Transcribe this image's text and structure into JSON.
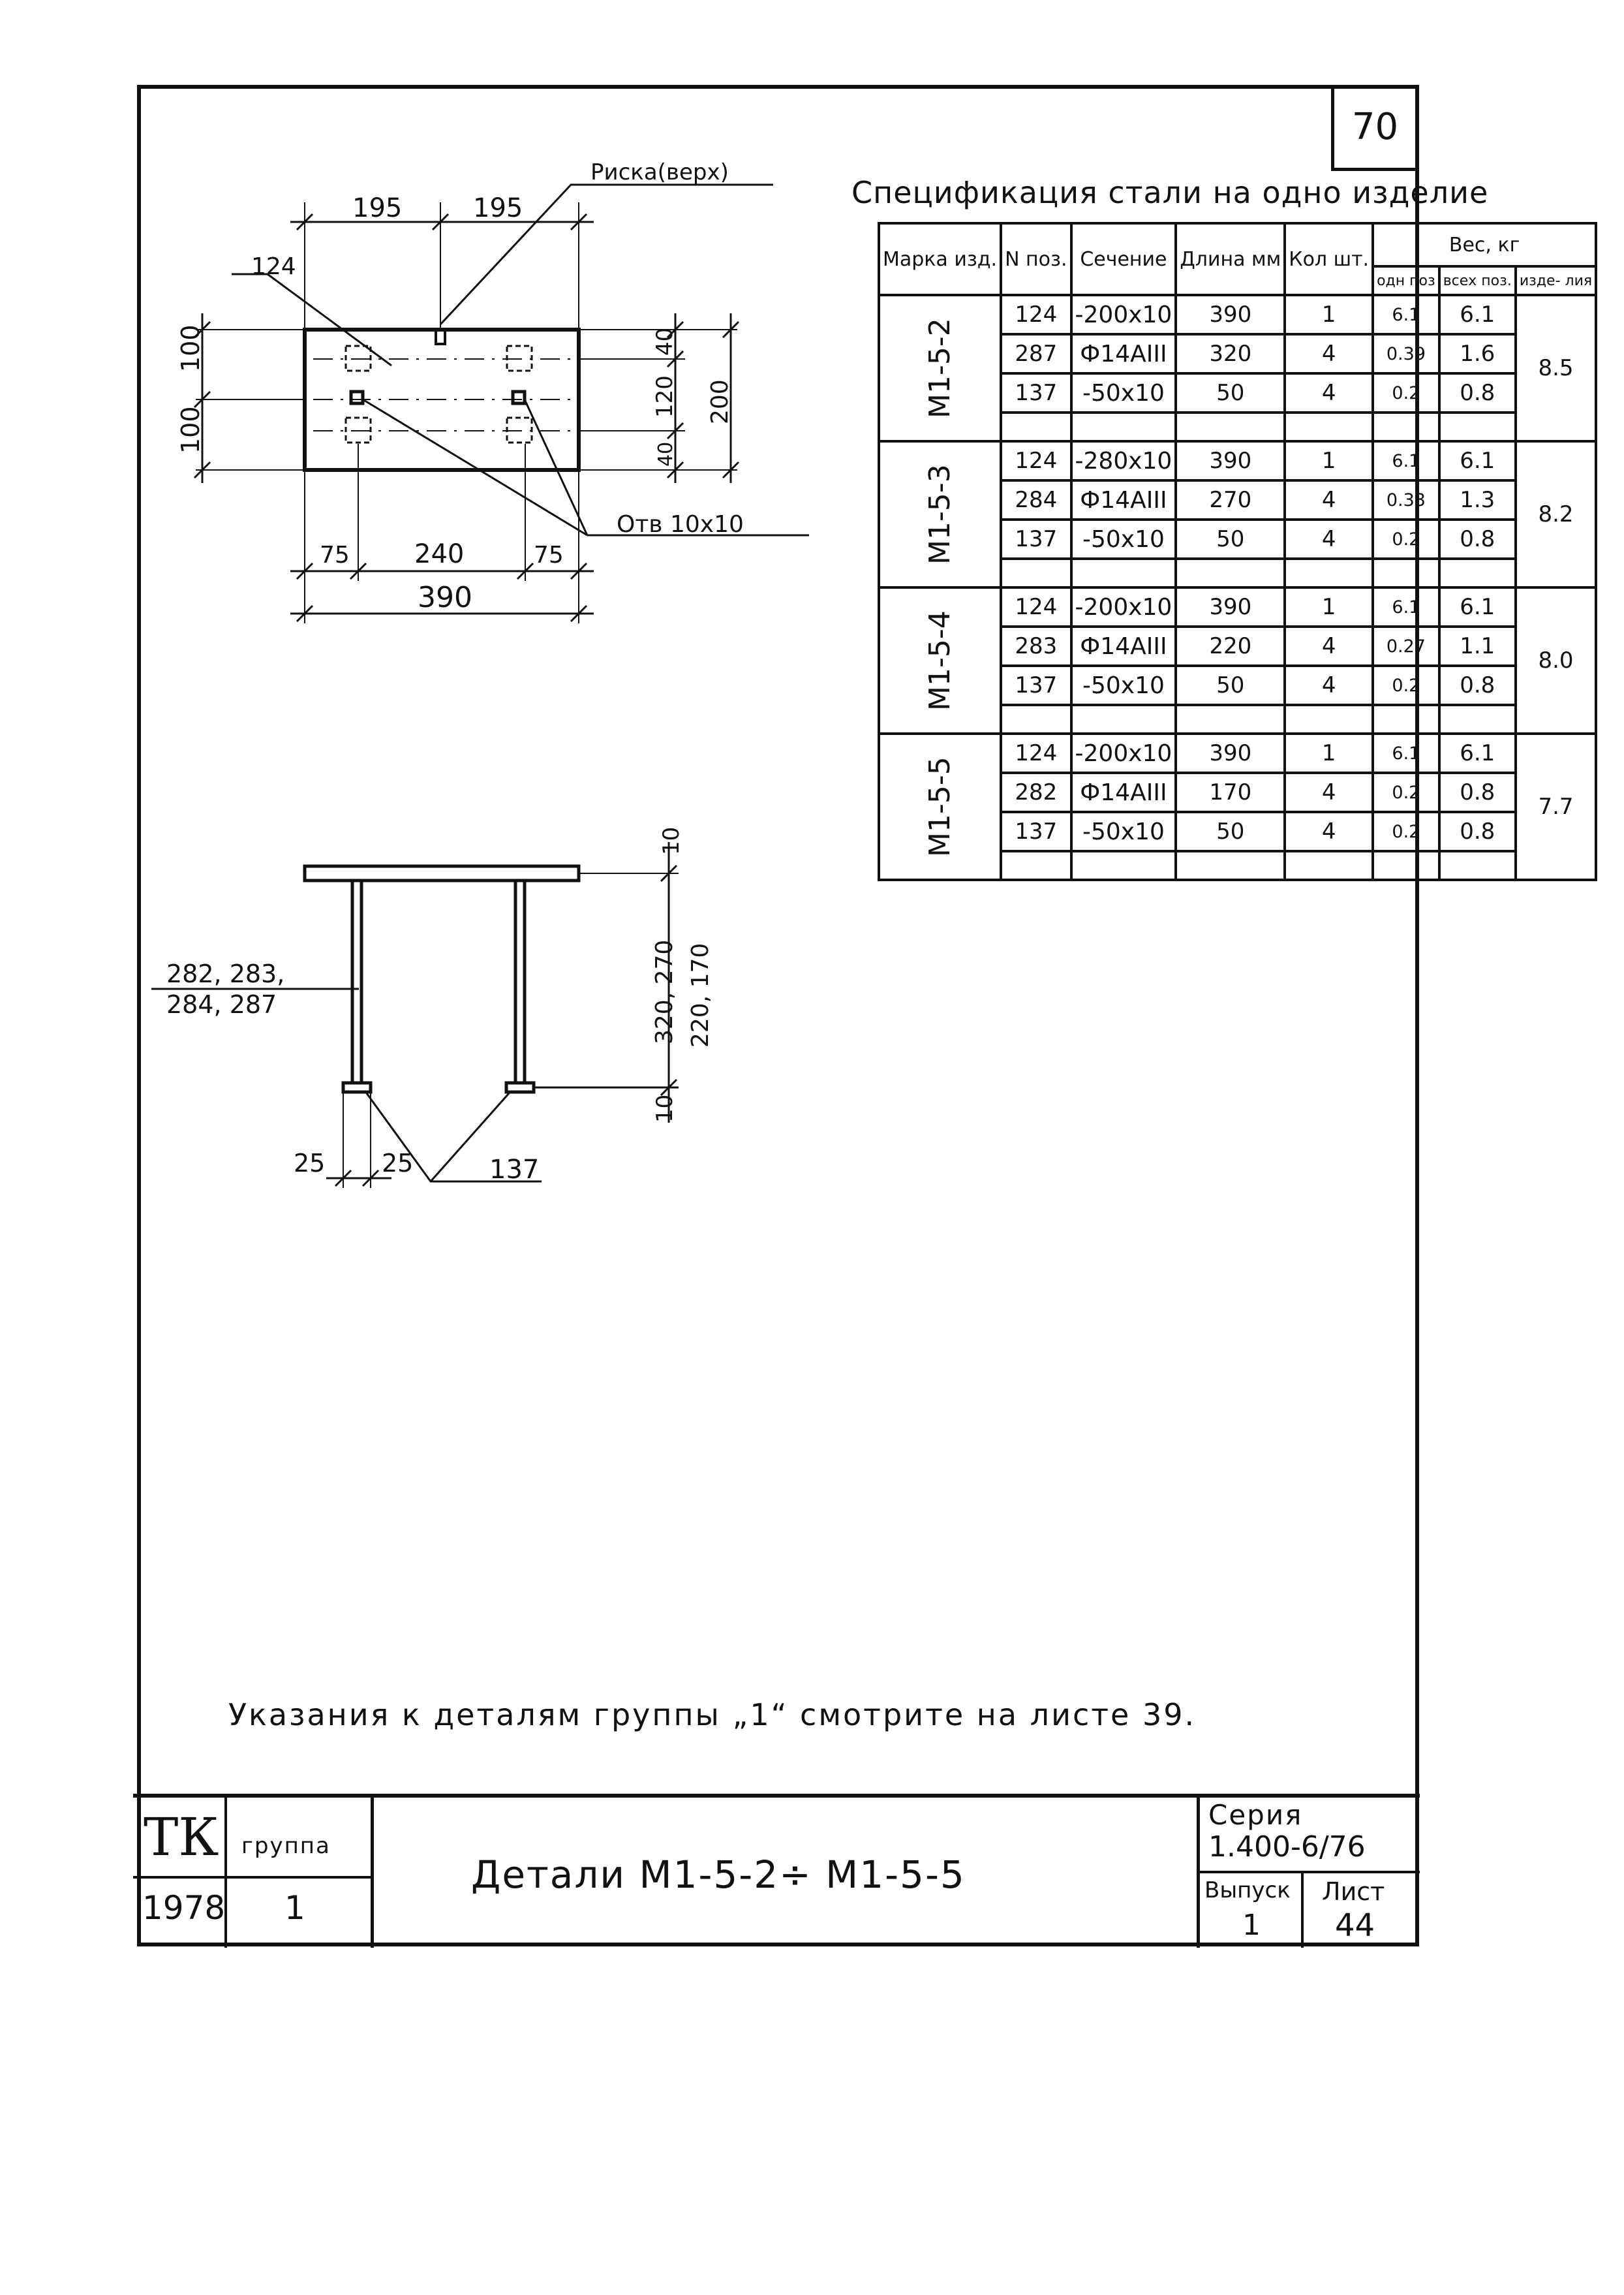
{
  "sheet_number": "70",
  "spec_title": "Спецификация стали на одно изделие",
  "table_headers": {
    "mark": "Марка изд.",
    "pos": "N поз.",
    "section": "Сечение",
    "length": "Длина мм",
    "qty": "Кол шт.",
    "weight": "Вес, кг",
    "weight_one": "одн поз",
    "weight_all": "всех поз.",
    "weight_item": "изде- лия"
  },
  "groups": [
    {
      "mark": "М1-5-2",
      "total": "8.5",
      "rows": [
        {
          "pos": "124",
          "section": "-200x10",
          "length": "390",
          "qty": "1",
          "one": "6.1",
          "all": "6.1"
        },
        {
          "pos": "287",
          "section": "Ф14АIII",
          "length": "320",
          "qty": "4",
          "one": "0.39",
          "all": "1.6"
        },
        {
          "pos": "137",
          "section": "-50x10",
          "length": "50",
          "qty": "4",
          "one": "0.2",
          "all": "0.8"
        }
      ]
    },
    {
      "mark": "М1-5-3",
      "total": "8.2",
      "rows": [
        {
          "pos": "124",
          "section": "-280x10",
          "length": "390",
          "qty": "1",
          "one": "6.1",
          "all": "6.1"
        },
        {
          "pos": "284",
          "section": "Ф14АIII",
          "length": "270",
          "qty": "4",
          "one": "0.33",
          "all": "1.3"
        },
        {
          "pos": "137",
          "section": "-50x10",
          "length": "50",
          "qty": "4",
          "one": "0.2",
          "all": "0.8"
        }
      ]
    },
    {
      "mark": "М1-5-4",
      "total": "8.0",
      "rows": [
        {
          "pos": "124",
          "section": "-200x10",
          "length": "390",
          "qty": "1",
          "one": "6.1",
          "all": "6.1"
        },
        {
          "pos": "283",
          "section": "Ф14АIII",
          "length": "220",
          "qty": "4",
          "one": "0.27",
          "all": "1.1"
        },
        {
          "pos": "137",
          "section": "-50x10",
          "length": "50",
          "qty": "4",
          "one": "0.2",
          "all": "0.8"
        }
      ]
    },
    {
      "mark": "М1-5-5",
      "total": "7.7",
      "rows": [
        {
          "pos": "124",
          "section": "-200x10",
          "length": "390",
          "qty": "1",
          "one": "6.1",
          "all": "6.1"
        },
        {
          "pos": "282",
          "section": "Ф14АIII",
          "length": "170",
          "qty": "4",
          "one": "0.2",
          "all": "0.8"
        },
        {
          "pos": "137",
          "section": "-50x10",
          "length": "50",
          "qty": "4",
          "one": "0.2",
          "all": "0.8"
        }
      ]
    }
  ],
  "plan_view": {
    "label_riska": "Риска(верх)",
    "label_plate": "124",
    "label_holes": "Отв 10х10",
    "dim_top_left": "195",
    "dim_top_right": "195",
    "dim_left_top": "100",
    "dim_left_bottom": "100",
    "dim_right_40_top": "40",
    "dim_right_120": "120",
    "dim_right_40_bottom": "40",
    "dim_right_200": "200",
    "dim_bottom_75_left": "75",
    "dim_bottom_240": "240",
    "dim_bottom_75_right": "75",
    "dim_bottom_390": "390"
  },
  "side_view": {
    "label_bars_1": "282, 283,",
    "label_bars_2": "284, 287",
    "dim_top": "10",
    "dim_height_1": "320, 270",
    "dim_height_2": "220, 170",
    "dim_bottom": "10",
    "dim_25_left": "25",
    "dim_25_right": "25",
    "label_137": "137"
  },
  "note": "Указания к деталям группы „1“ смотрите на листе 39.",
  "title_block": {
    "org": "ТК",
    "group_label": "группа",
    "year": "1978",
    "group_value": "1",
    "title": "Детали М1-5-2÷ М1-5-5",
    "series_label": "Серия",
    "series_value": "1.400-6/76",
    "issue_label": "Выпуск",
    "issue_value": "1",
    "sheet_label": "Лист",
    "sheet_value": "44"
  }
}
